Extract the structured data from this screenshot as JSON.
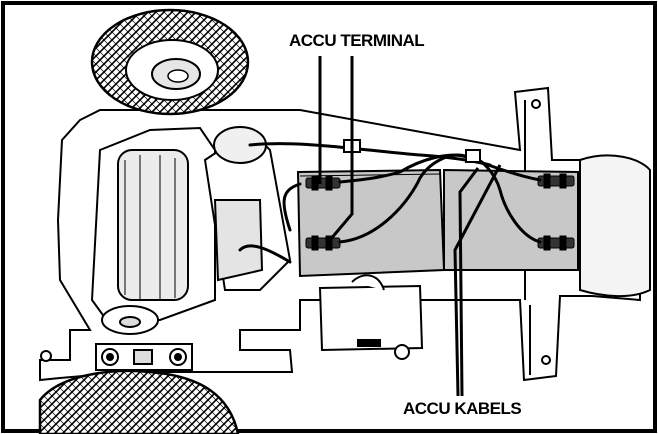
{
  "labels": {
    "terminal": "ACCU TERMINAL",
    "kabels": "ACCU KABELS"
  },
  "colors": {
    "line": "#000000",
    "battery": "#c8c8c8",
    "frame": "#ffffff",
    "background": "#ffffff"
  },
  "icons": {
    "wheel": "tread-wheel",
    "battery": "battery-block",
    "motor": "drive-motor",
    "terminal": "terminal-connector"
  }
}
